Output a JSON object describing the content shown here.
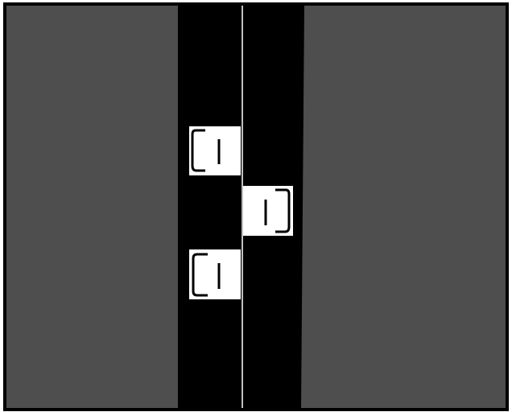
{
  "colors": {
    "page_background": "#ffffff",
    "frame_border": "#000000",
    "grass": "#4e4e4e",
    "road": "#000000",
    "lane_divider": "#ffffff",
    "car_body": "#ffffff",
    "car_detail": "#000000"
  },
  "road": {
    "lanes": 2
  },
  "cars": [
    {
      "lane": 1,
      "facing": "left"
    },
    {
      "lane": 2,
      "facing": "right"
    },
    {
      "lane": 1,
      "facing": "left"
    }
  ]
}
